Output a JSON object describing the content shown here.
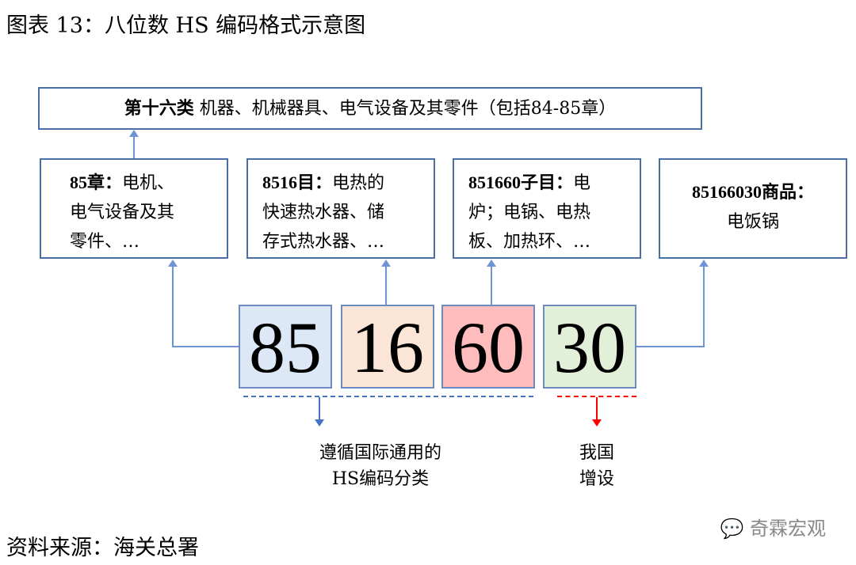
{
  "title": "图表 13：八位数 HS 编码格式示意图",
  "source": "资料来源：海关总署",
  "watermark": "奇霖宏观",
  "section": {
    "bold": "第十六类",
    "text": " 机器、机械器具、电气设备及其零件（包括84-85章）"
  },
  "levels": [
    {
      "bold": "85章：",
      "l1": "电机、",
      "l2": "电气设备及其",
      "l3": "零件、…"
    },
    {
      "bold": "8516目：",
      "l1": "电热的",
      "l2": "快速热水器、储",
      "l3": "存式热水器、…"
    },
    {
      "bold": "851660子目：",
      "l1": "电",
      "l2": "炉；电锅、电热",
      "l3": "板、加热环、…"
    },
    {
      "bold": "85166030商品：",
      "l1": "",
      "l2": "电饭锅",
      "l3": ""
    }
  ],
  "digits": [
    {
      "value": "85",
      "color": "#dde8f6"
    },
    {
      "value": "16",
      "color": "#fbe5d6"
    },
    {
      "value": "60",
      "color": "#ffbcbc"
    },
    {
      "value": "30",
      "color": "#e2efd9"
    }
  ],
  "notes": {
    "intl_l1": "遵循国际通用的",
    "intl_l2": "HS编码分类",
    "cn_l1": "我国",
    "cn_l2": "增设"
  }
}
